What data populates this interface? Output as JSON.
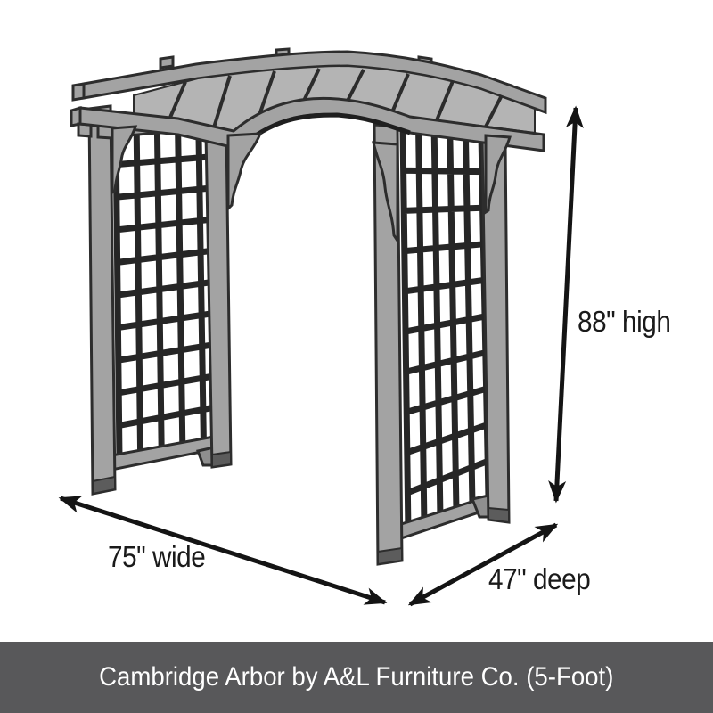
{
  "banner": {
    "caption": "Cambridge Arbor by A&L Furniture Co. (5-Foot)"
  },
  "dimensions": {
    "height_label": "88\" high",
    "width_label": "75\" wide",
    "depth_label": "47\" deep"
  },
  "colors": {
    "background": "#ffffff",
    "banner_background": "#58585a",
    "banner_text": "#ffffff",
    "dimension_text": "#1a1a1a",
    "arrow": "#141414",
    "line_art_outline": "#2d2d2d",
    "wood_gray": "#a3a3a3",
    "lattice_bar": "#262626"
  }
}
